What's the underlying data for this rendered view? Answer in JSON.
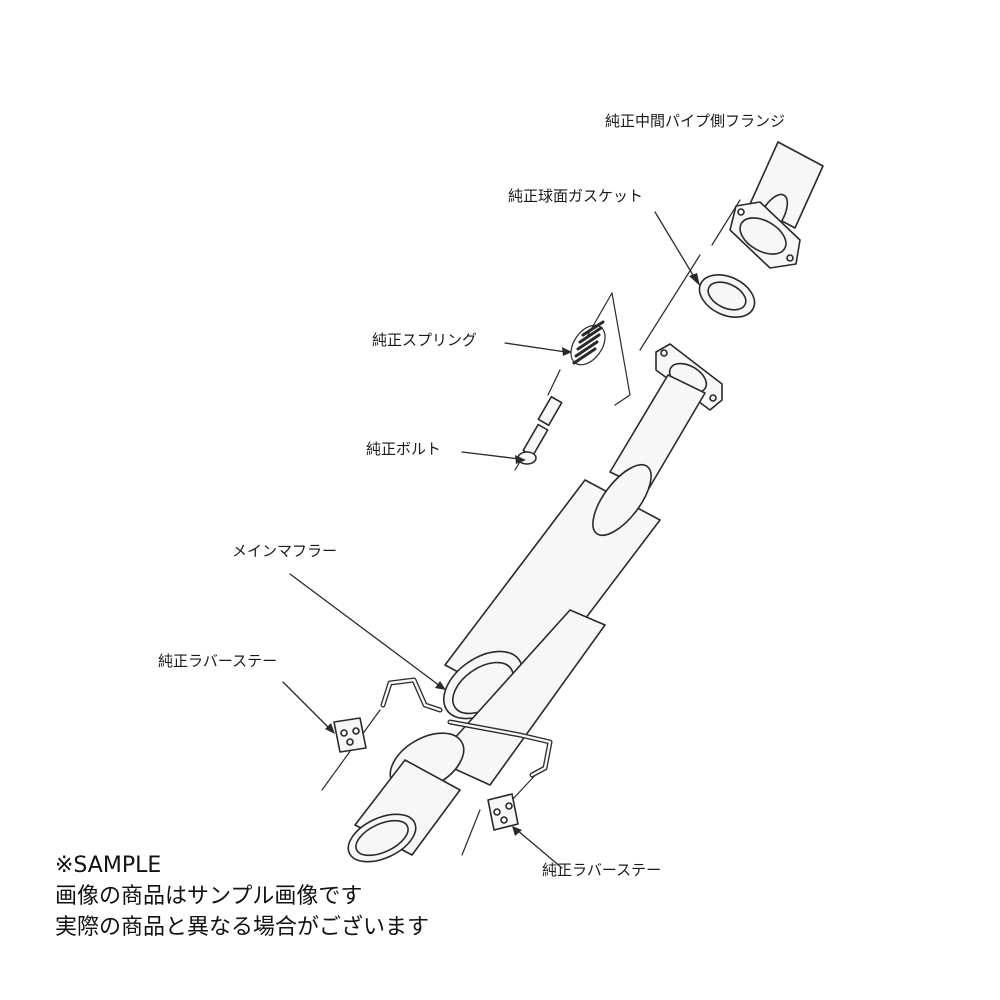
{
  "labels": {
    "flange": "純正中間パイプ側フランジ",
    "gasket": "純正球面ガスケット",
    "spring": "純正スプリング",
    "bolt": "純正ボルト",
    "muffler": "メインマフラー",
    "rubber_stay_left": "純正ラバーステー",
    "rubber_stay_right": "純正ラバーステー"
  },
  "notice": {
    "line1": "※SAMPLE",
    "line2": "画像の商品はサンプル画像です",
    "line3": "実際の商品と異なる場合がございます"
  },
  "colors": {
    "line": "#2a2a2a",
    "part_fill": "#f7f7f7",
    "text": "#1a1a1a"
  }
}
